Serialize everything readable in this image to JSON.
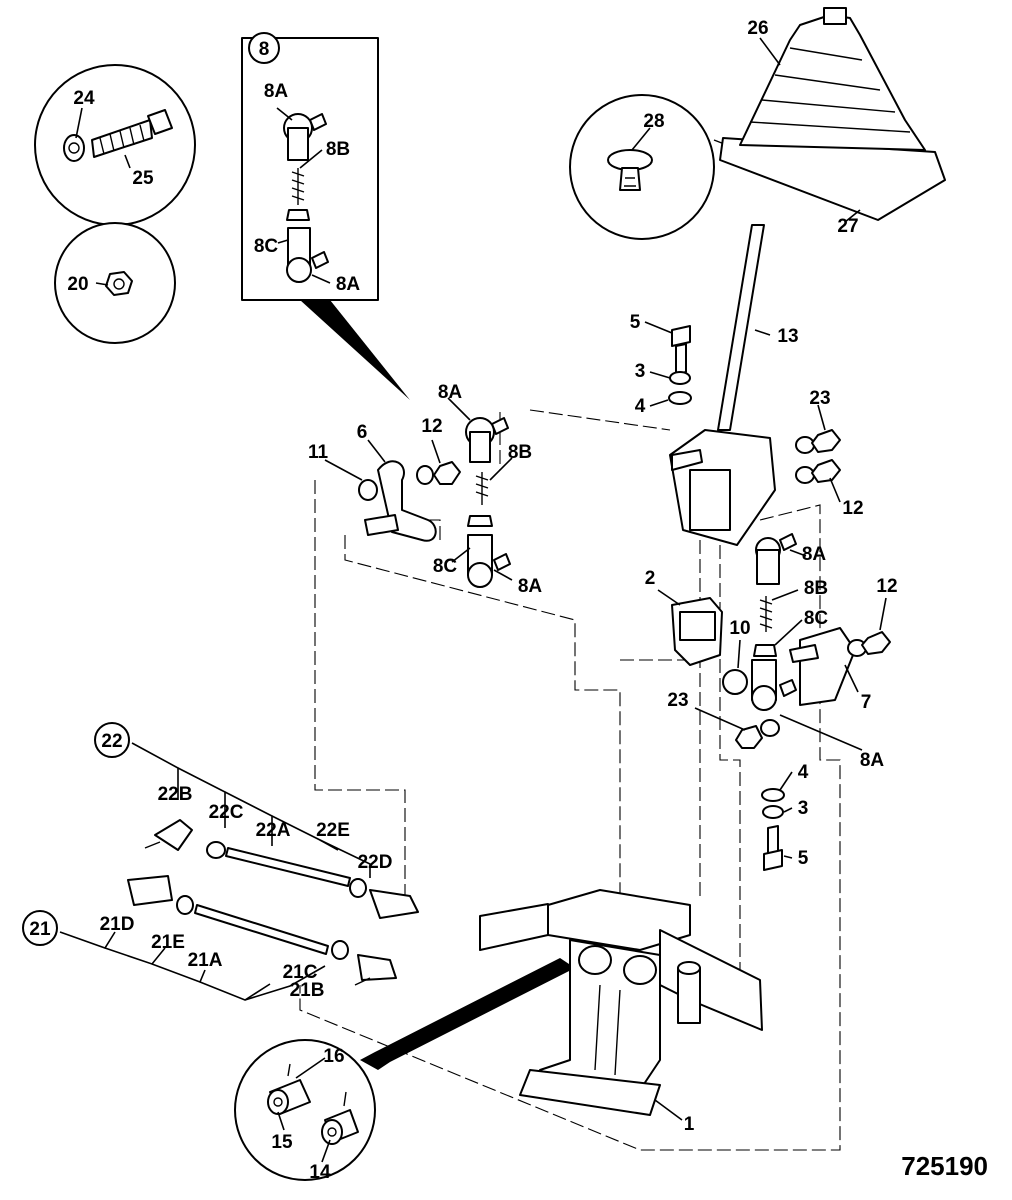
{
  "drawing_number": "725190",
  "callouts": [
    {
      "id": "c-24",
      "text": "24"
    },
    {
      "id": "c-25",
      "text": "25"
    },
    {
      "id": "c-20",
      "text": "20"
    },
    {
      "id": "c-8",
      "text": "8"
    },
    {
      "id": "c-8a-top",
      "text": "8A"
    },
    {
      "id": "c-8b-top",
      "text": "8B"
    },
    {
      "id": "c-8c-top",
      "text": "8C"
    },
    {
      "id": "c-8a-top2",
      "text": "8A"
    },
    {
      "id": "c-26",
      "text": "26"
    },
    {
      "id": "c-28",
      "text": "28"
    },
    {
      "id": "c-27",
      "text": "27"
    },
    {
      "id": "c-5-top",
      "text": "5"
    },
    {
      "id": "c-13",
      "text": "13"
    },
    {
      "id": "c-3-top",
      "text": "3"
    },
    {
      "id": "c-4-top",
      "text": "4"
    },
    {
      "id": "c-23-top",
      "text": "23"
    },
    {
      "id": "c-12-top",
      "text": "12"
    },
    {
      "id": "c-8a-mid",
      "text": "8A"
    },
    {
      "id": "c-11",
      "text": "11"
    },
    {
      "id": "c-6",
      "text": "6"
    },
    {
      "id": "c-12-mid",
      "text": "12"
    },
    {
      "id": "c-8b-mid",
      "text": "8B"
    },
    {
      "id": "c-8c-mid",
      "text": "8C"
    },
    {
      "id": "c-8a-mid2",
      "text": "8A"
    },
    {
      "id": "c-8a-right",
      "text": "8A"
    },
    {
      "id": "c-8b-right",
      "text": "8B"
    },
    {
      "id": "c-8c-right",
      "text": "8C"
    },
    {
      "id": "c-2",
      "text": "2"
    },
    {
      "id": "c-10",
      "text": "10"
    },
    {
      "id": "c-12-right",
      "text": "12"
    },
    {
      "id": "c-7",
      "text": "7"
    },
    {
      "id": "c-23-right",
      "text": "23"
    },
    {
      "id": "c-8a-right2",
      "text": "8A"
    },
    {
      "id": "c-4-low",
      "text": "4"
    },
    {
      "id": "c-3-low",
      "text": "3"
    },
    {
      "id": "c-5-low",
      "text": "5"
    },
    {
      "id": "c-22",
      "text": "22"
    },
    {
      "id": "c-22b",
      "text": "22B"
    },
    {
      "id": "c-22c",
      "text": "22C"
    },
    {
      "id": "c-22a",
      "text": "22A"
    },
    {
      "id": "c-22e",
      "text": "22E"
    },
    {
      "id": "c-22d",
      "text": "22D"
    },
    {
      "id": "c-21",
      "text": "21"
    },
    {
      "id": "c-21d",
      "text": "21D"
    },
    {
      "id": "c-21e",
      "text": "21E"
    },
    {
      "id": "c-21a",
      "text": "21A"
    },
    {
      "id": "c-21c",
      "text": "21C"
    },
    {
      "id": "c-21b",
      "text": "21B"
    },
    {
      "id": "c-16",
      "text": "16"
    },
    {
      "id": "c-15",
      "text": "15"
    },
    {
      "id": "c-14",
      "text": "14"
    },
    {
      "id": "c-1",
      "text": "1"
    }
  ]
}
